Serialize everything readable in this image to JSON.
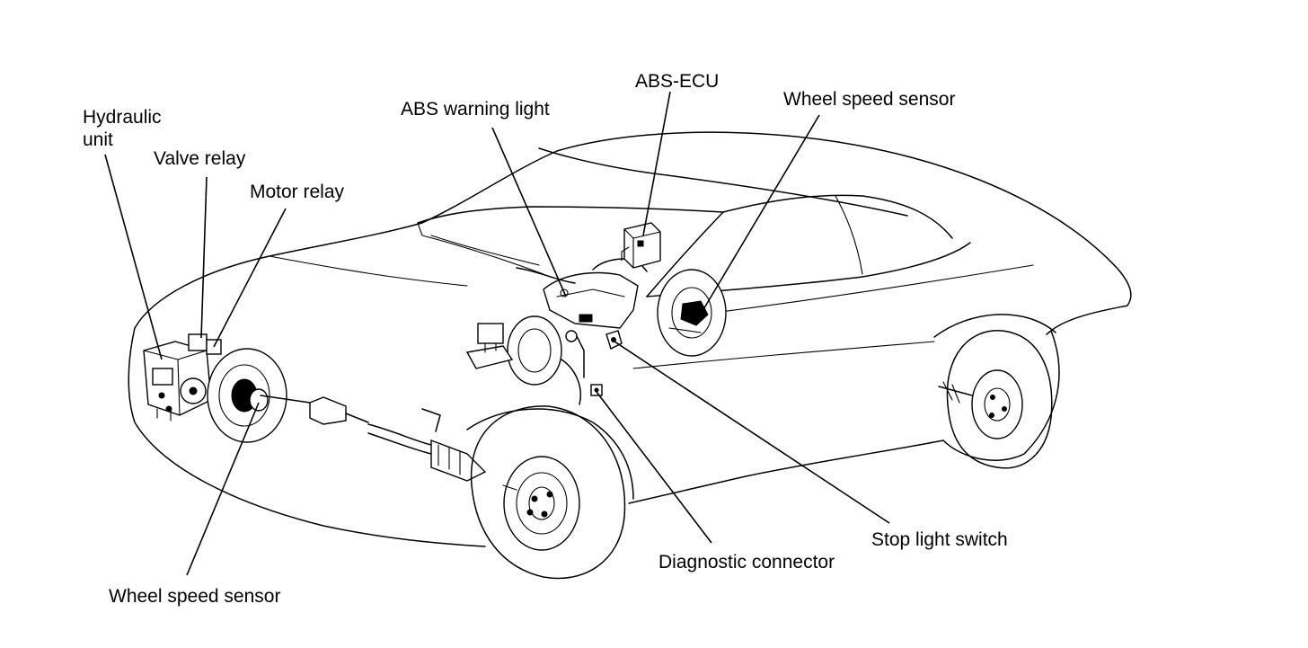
{
  "labels": {
    "hydraulic_unit_line1": "Hydraulic",
    "hydraulic_unit_line2": "unit",
    "valve_relay": "Valve relay",
    "motor_relay": "Motor relay",
    "abs_warning_light": "ABS warning light",
    "abs_ecu": "ABS-ECU",
    "wheel_speed_sensor_rear": "Wheel speed sensor",
    "wheel_speed_sensor_front": "Wheel speed sensor",
    "diagnostic_connector": "Diagnostic connector",
    "stop_light_switch": "Stop light switch"
  }
}
